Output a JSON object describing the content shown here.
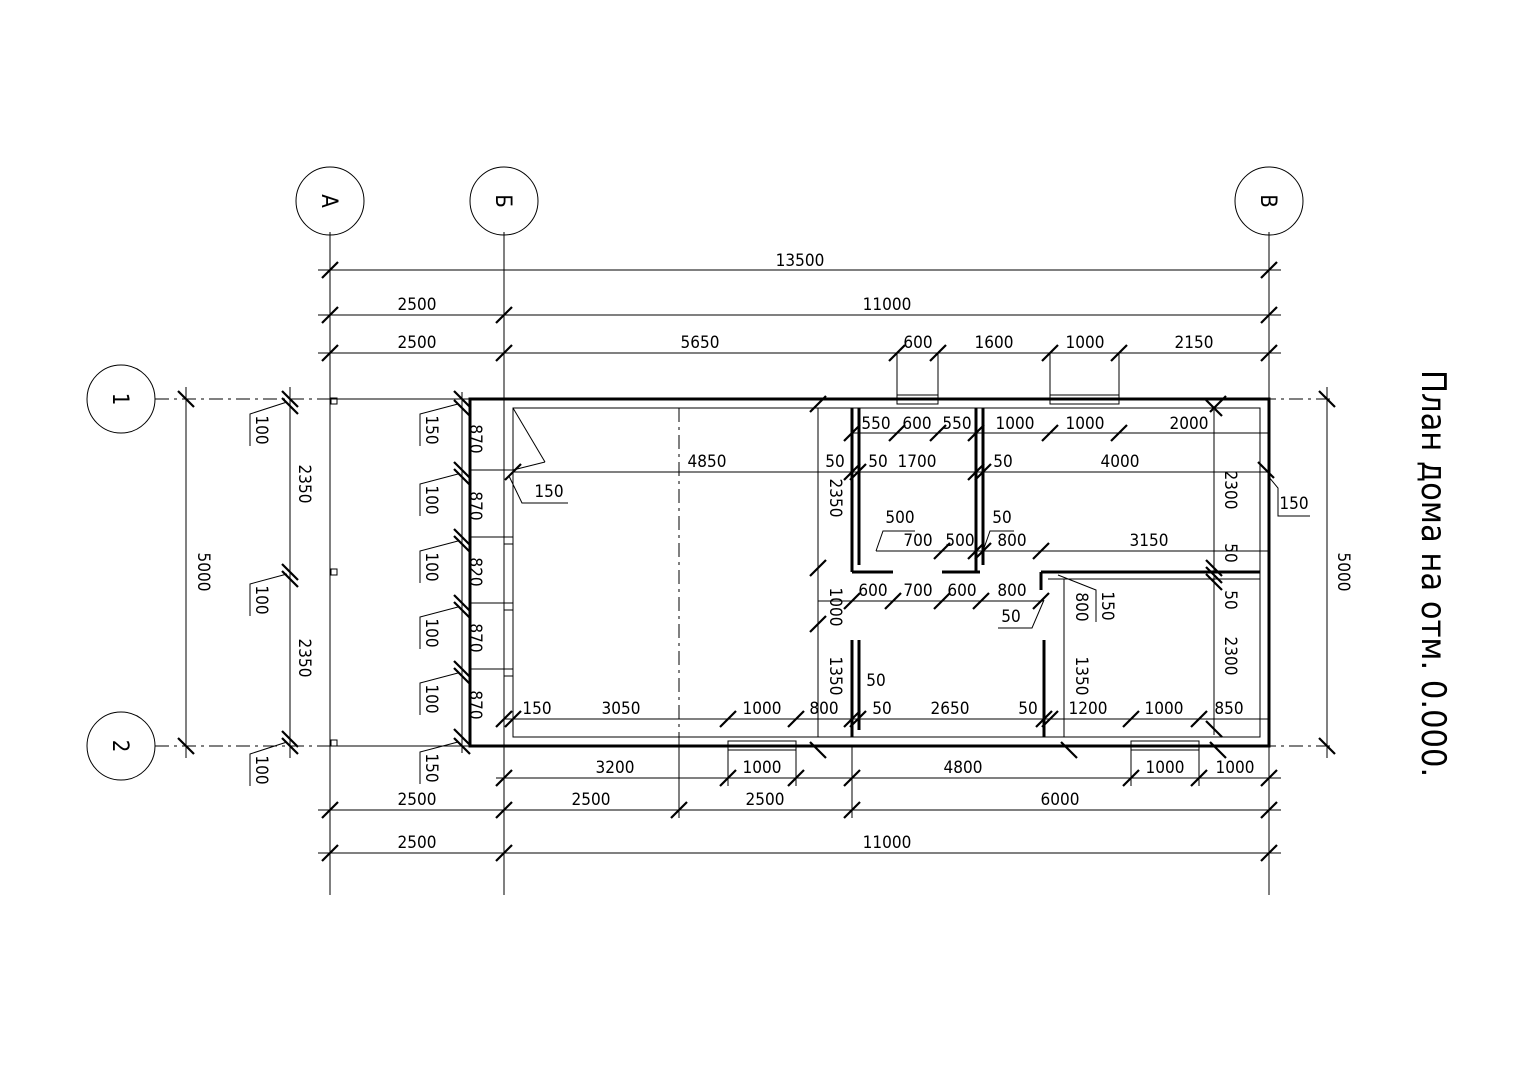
{
  "title": "План дома на отм. 0.000.",
  "axes": {
    "letters": [
      "А",
      "Б",
      "В"
    ],
    "numbers": [
      "1",
      "2"
    ]
  },
  "dims": {
    "top": {
      "overall": "13500",
      "row2": [
        "2500",
        "11000"
      ],
      "row3": [
        "2500",
        "5650",
        "600",
        "1600",
        "1000",
        "2150"
      ]
    },
    "bottom": {
      "row1": [
        "3200",
        "1000",
        "4800",
        "1000",
        "1000"
      ],
      "row2": [
        "2500",
        "2500",
        "2500",
        "6000"
      ],
      "row3": [
        "2500",
        "11000"
      ]
    },
    "left": {
      "overall": "5000",
      "porch": [
        "2350",
        "2350"
      ],
      "porch_offsets": [
        "100",
        "100",
        "100"
      ],
      "wall_pieces": [
        "870",
        "870",
        "820",
        "870",
        "870"
      ],
      "wall_offsets": [
        "150",
        "100",
        "100",
        "100",
        "100",
        "150"
      ]
    },
    "right": {
      "overall": "5000",
      "inner": [
        "2300",
        "50",
        "50",
        "2300"
      ],
      "wall": "150"
    },
    "interior": {
      "row_a": [
        "550",
        "600",
        "550",
        "1000",
        "1000",
        "2000"
      ],
      "row_b": [
        "4850",
        "50",
        "50",
        "1700",
        "50",
        "4000"
      ],
      "row_c": [
        "500",
        "700",
        "500",
        "50",
        "800",
        "3150"
      ],
      "row_d": [
        "600",
        "700",
        "600",
        "800",
        "50"
      ],
      "row_e": [
        "150",
        "3050",
        "1000",
        "800",
        "50",
        "50",
        "2650",
        "50",
        "1200",
        "1000",
        "850"
      ],
      "vertical": [
        "2350",
        "1000",
        "1350",
        "1350",
        "800",
        "150"
      ],
      "misc": [
        "150",
        "150",
        "50",
        "50",
        "150"
      ]
    }
  }
}
